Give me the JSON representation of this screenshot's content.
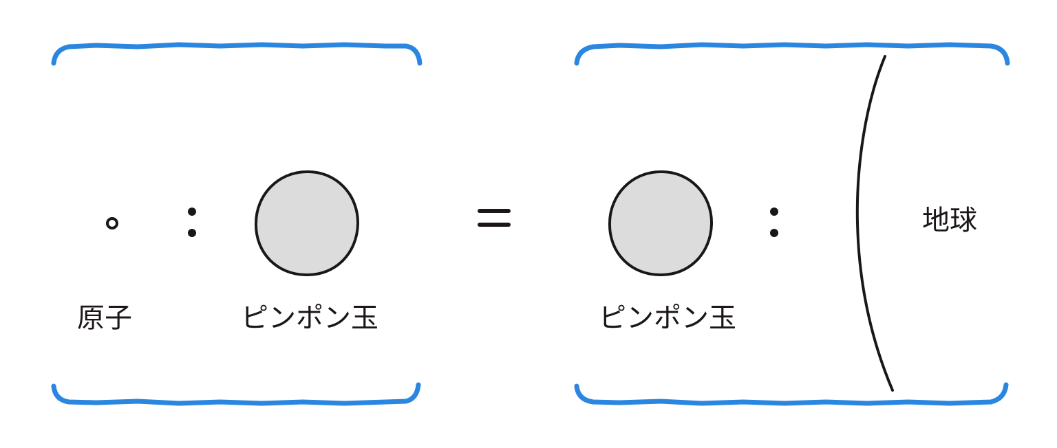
{
  "left_panel": {
    "small_item_label": "原子",
    "large_item_label": "ピンポン玉"
  },
  "right_panel": {
    "small_item_label": "ピンポン玉",
    "large_item_label": "地球"
  },
  "colors": {
    "bracket": "#2b86e0",
    "ink": "#1c1717",
    "ball_fill": "#dcdcdc"
  }
}
